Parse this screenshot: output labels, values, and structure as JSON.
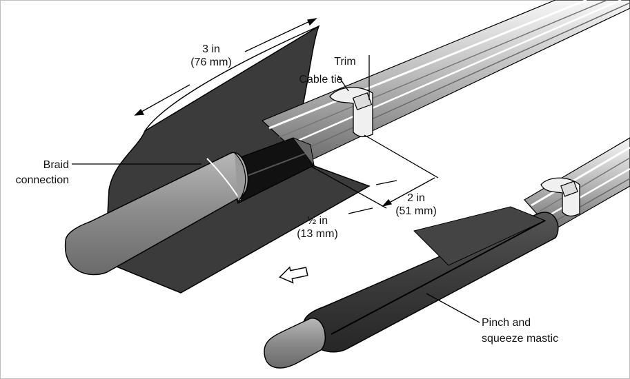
{
  "labels": {
    "dim_3in": "3 in",
    "dim_76mm": "(76 mm)",
    "trim": "Trim",
    "cable_tie": "Cable tie",
    "braid_line1": "Braid",
    "braid_line2": "connection",
    "dim_2in": "2 in",
    "dim_51mm": "(51 mm)",
    "dim_half_in": "½ in",
    "dim_13mm": "(13 mm)",
    "pinch_line1": "Pinch and",
    "pinch_line2": "squeeze mastic"
  },
  "colors": {
    "sheet": "#3a3a3a",
    "tube_gray": "#8e8e8e",
    "tube_dark": "#2b2b2b",
    "braid_black": "#111111",
    "cable_light": "#e4e4e4",
    "line": "#000000"
  }
}
